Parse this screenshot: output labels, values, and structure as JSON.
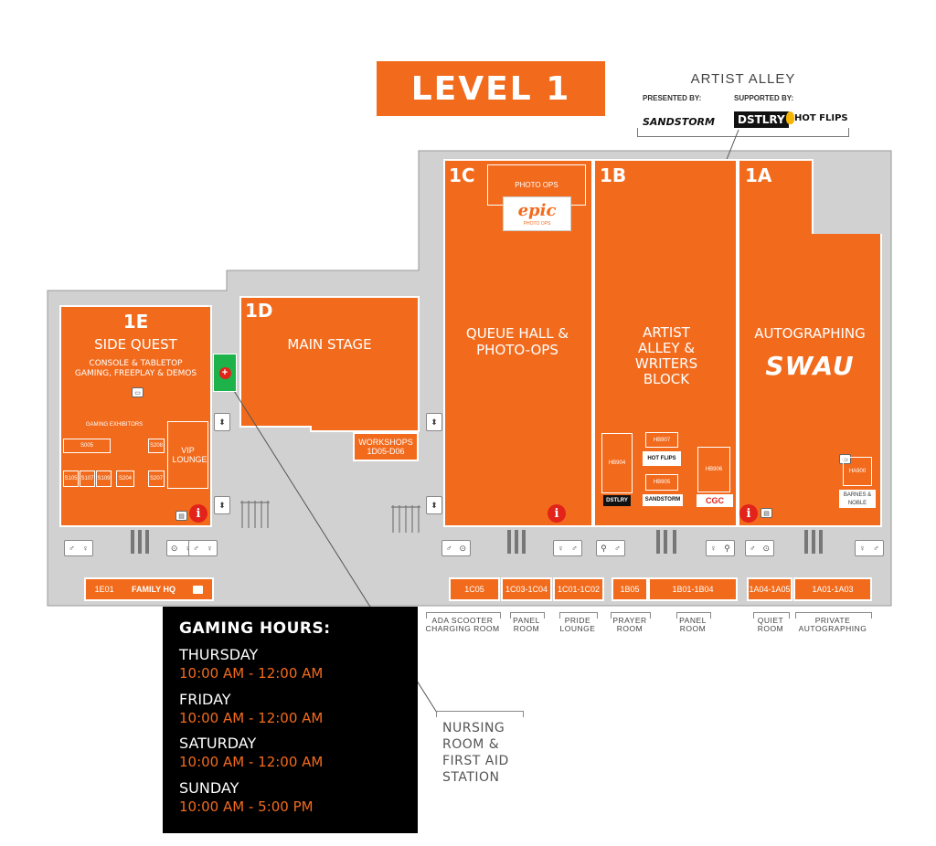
{
  "header": {
    "title": "LEVEL 1"
  },
  "artist_alley_sponsors": {
    "title": "ARTIST ALLEY",
    "presented_label": "PRESENTED BY:",
    "supported_label": "SUPPORTED BY:",
    "sponsor1": "SANDSTORM",
    "sponsor2": "DSTLRY",
    "sponsor3": "HOT FLIPS"
  },
  "zones": {
    "z1e": {
      "code": "1E",
      "name": "SIDE QUEST",
      "sub": "CONSOLE & TABLETOP GAMING, FREEPLAY & DEMOS",
      "exhibitors": "GAMING EXHIBITORS",
      "vip": "VIP LOUNGE"
    },
    "z1d": {
      "code": "1D",
      "name": "MAIN STAGE",
      "workshops": "WORKSHOPS 1D05-D06"
    },
    "z1c": {
      "code": "1C",
      "name": "QUEUE HALL & PHOTO-OPS",
      "photo_ops": "PHOTO OPS",
      "epic": "epic",
      "epic_sub": "PHOTO OPS"
    },
    "z1b": {
      "code": "1B",
      "name": "ARTIST ALLEY & WRITERS BLOCK"
    },
    "z1a": {
      "code": "1A",
      "name": "AUTOGRAPHING",
      "brand": "SWAU"
    }
  },
  "booths": {
    "s1e1": "S105",
    "s1e2": "S107",
    "s1e3": "S109",
    "s1e4": "S204",
    "s1e5": "S207",
    "s1e6": "S208",
    "s1e7": "S005",
    "hb904": "HB904",
    "hb907": "HB907",
    "hb905": "HB905",
    "hb906": "HB906",
    "ha900": "HA900",
    "barnes": "BARNES & NOBLE",
    "cgc": "CGC",
    "dstlry": "DSTLRY",
    "hotflips": "HOT FLIPS",
    "sandstorm": "SANDSTORM"
  },
  "rooms": {
    "r1e01": "1E01",
    "r1e01_name": "FAMILY HQ",
    "r1c05": "1C05",
    "r1c03": "1C03-1C04",
    "r1c01": "1C01-1C02",
    "r1b05": "1B05",
    "r1b01": "1B01-1B04",
    "r1a04": "1A04-1A05",
    "r1a01": "1A01-1A03"
  },
  "room_labels": {
    "ada": "ADA SCOOTER CHARGING ROOM",
    "panel1": "PANEL ROOM",
    "pride": "PRIDE LOUNGE",
    "prayer": "PRAYER ROOM",
    "panel2": "PANEL ROOM",
    "quiet": "QUIET ROOM",
    "private": "PRIVATE AUTOGRAPHING"
  },
  "nursing": {
    "label": "NURSING ROOM & FIRST AID STATION"
  },
  "hours": {
    "title": "GAMING HOURS:",
    "d1": "THURSDAY",
    "t1": "10:00 AM - 12:00 AM",
    "d2": "FRIDAY",
    "t2": "10:00 AM - 12:00 AM",
    "d3": "SATURDAY",
    "t3": "10:00 AM - 12:00 AM",
    "d4": "SUNDAY",
    "t4": "10:00 AM - 5:00 PM"
  },
  "icons": {
    "info": "i",
    "elevator": "⬍",
    "first_aid": "+"
  },
  "colors": {
    "accent": "#f26b1d",
    "floor": "#d1d1d1",
    "info": "#e2231a",
    "first_aid": "#1db34a",
    "hours_bg": "#000000"
  }
}
